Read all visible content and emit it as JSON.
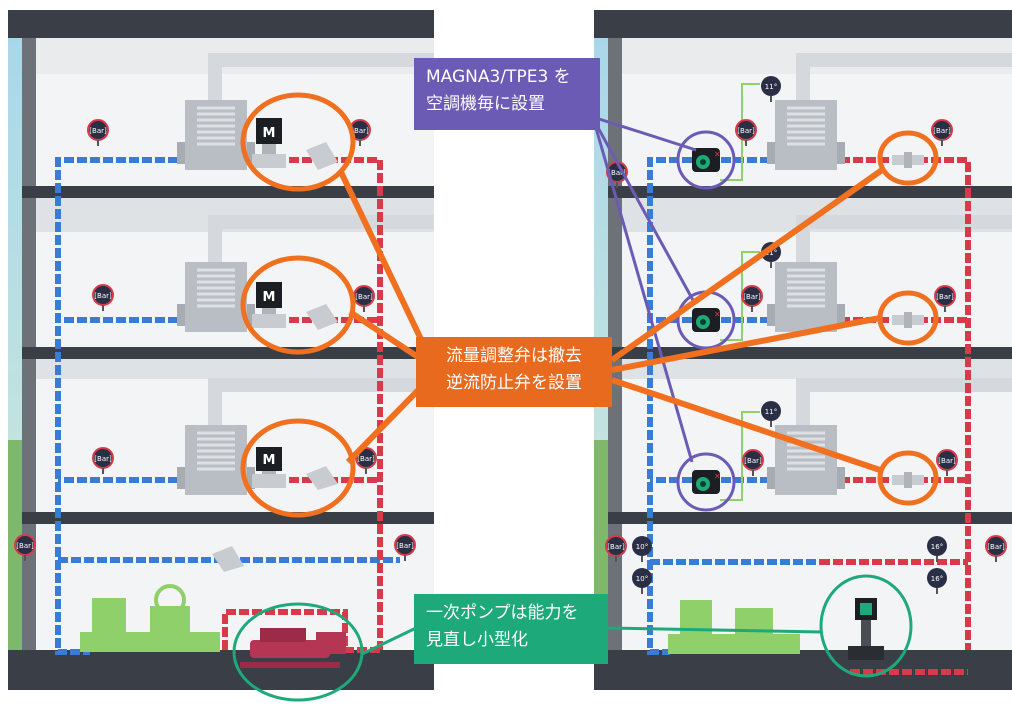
{
  "callouts": {
    "magna": {
      "line1": "MAGNA3/TPE3 を",
      "line2": "空調機毎に設置"
    },
    "valve": {
      "line1": "流量調整弁は撤去",
      "line2": "逆流防止弁を設置"
    },
    "pump": {
      "line1": "一次ポンプは能力を",
      "line2": "見直し小型化"
    }
  },
  "gauges": {
    "bar_label": "[Bar]"
  },
  "thermometers": {
    "t11": "11°",
    "t10": "10°",
    "t16": "16°"
  },
  "valve_actuator": {
    "label": "M"
  },
  "colors": {
    "supply_pipe": "#d93a4a",
    "return_pipe": "#3a7bd5",
    "highlight_orange": "#f07020",
    "highlight_purple": "#6b5bb5",
    "highlight_green": "#1ea97a",
    "floor": "#3a3f47",
    "unit": "#b9bec4",
    "chiller": "#8fd06a"
  },
  "icons": [
    "pressure-gauge-icon",
    "thermometer-icon",
    "ahu-unit-icon",
    "motorized-valve-icon",
    "check-valve-icon",
    "circulator-pump-icon",
    "centrifugal-pump-icon",
    "inline-pump-icon",
    "chiller-icon"
  ]
}
